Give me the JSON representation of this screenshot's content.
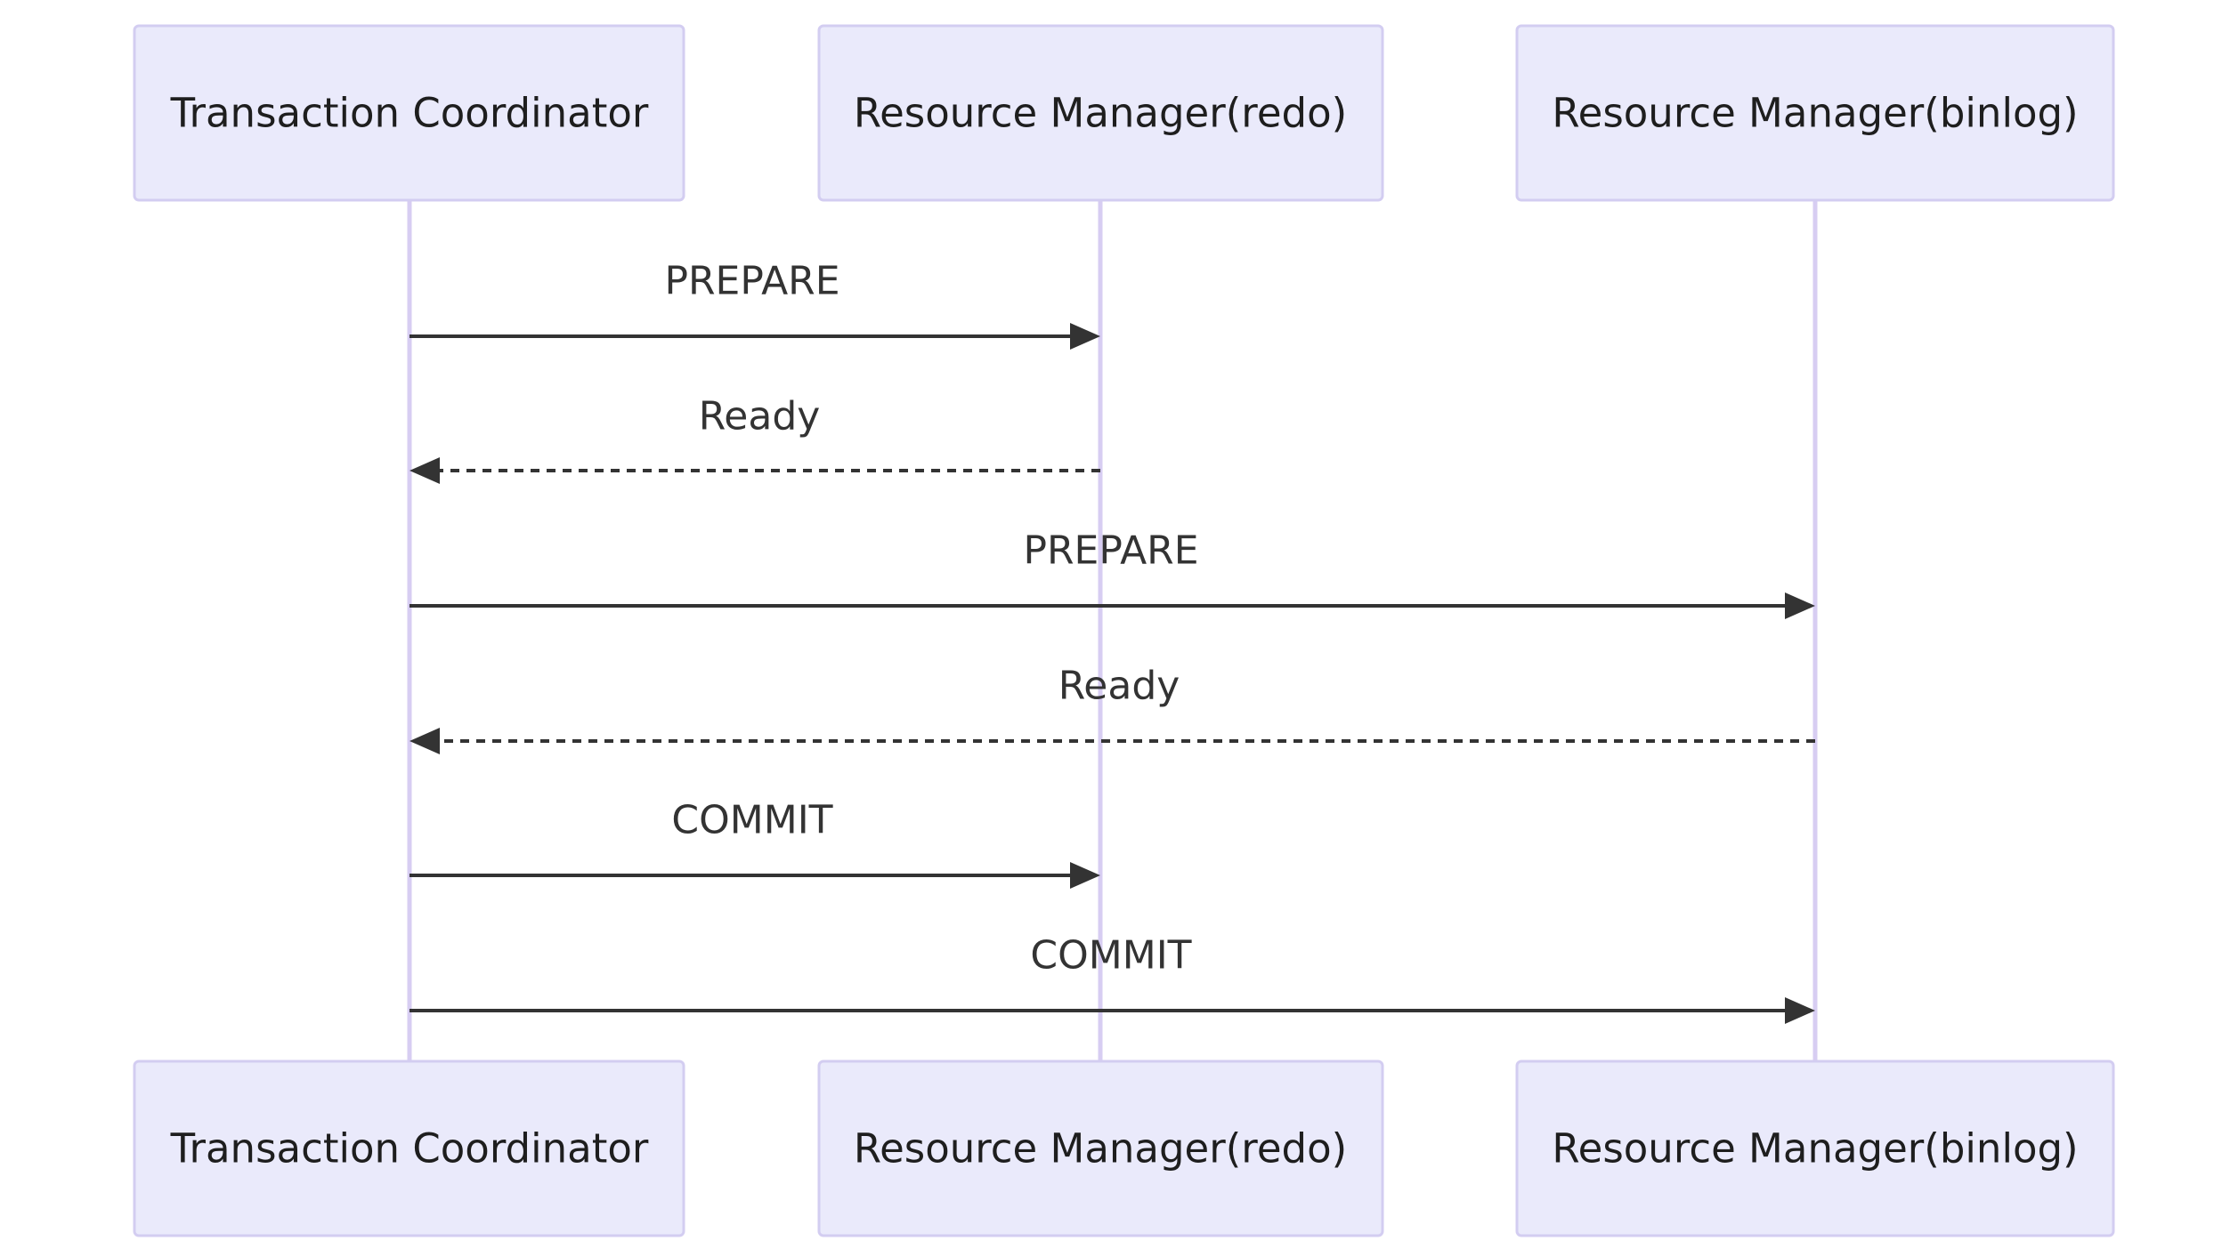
{
  "participants": [
    {
      "id": "tc",
      "label": "Transaction Coordinator"
    },
    {
      "id": "redo",
      "label": "Resource Manager(redo)"
    },
    {
      "id": "binlog",
      "label": "Resource Manager(binlog)"
    }
  ],
  "messages": [
    {
      "from": "tc",
      "to": "redo",
      "label": "PREPARE",
      "style": "solid"
    },
    {
      "from": "redo",
      "to": "tc",
      "label": "Ready",
      "style": "dashed"
    },
    {
      "from": "tc",
      "to": "binlog",
      "label": "PREPARE",
      "style": "solid"
    },
    {
      "from": "binlog",
      "to": "tc",
      "label": "Ready",
      "style": "dashed"
    },
    {
      "from": "tc",
      "to": "redo",
      "label": "COMMIT",
      "style": "solid"
    },
    {
      "from": "tc",
      "to": "binlog",
      "label": "COMMIT",
      "style": "solid"
    }
  ],
  "colors": {
    "actor_fill": "#eaeafb",
    "actor_border": "#d3cdf1",
    "lifeline": "#d7cdf2",
    "message": "#333333"
  }
}
